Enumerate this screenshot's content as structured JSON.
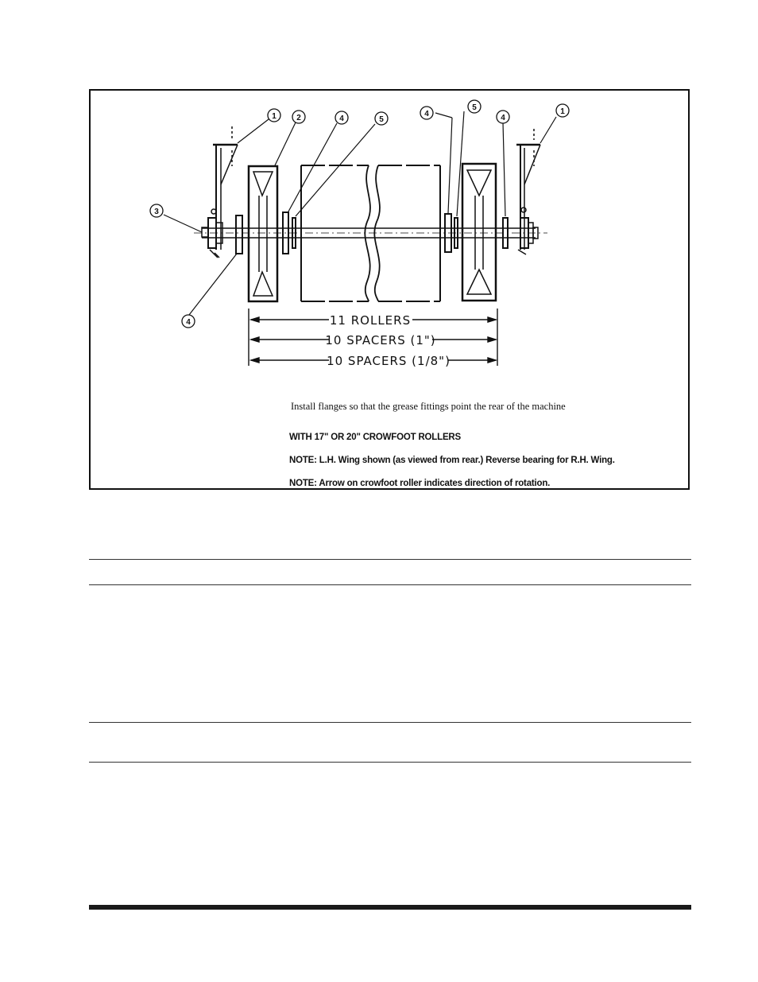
{
  "figure": {
    "callouts": [
      "1",
      "2",
      "4",
      "5",
      "4",
      "5",
      "4",
      "1",
      "3",
      "4"
    ],
    "dimensions": {
      "rollers": "11 ROLLERS",
      "spacers_1in": "10 SPACERS (1\")",
      "spacers_1_8in": "10 SPACERS (1/8\")"
    },
    "instruction": "Install flanges so that the grease fittings point the rear of the machine",
    "notes": [
      "WITH 17\" OR 20\" CROWFOOT ROLLERS",
      "NOTE:  L.H. Wing shown (as viewed from rear.)  Reverse bearing for R.H. Wing.",
      "NOTE:  Arrow on crowfoot roller indicates direction of rotation."
    ]
  },
  "colors": {
    "ink": "#111111",
    "rule": "#333333",
    "footer_bar": "#1a1a1a"
  }
}
